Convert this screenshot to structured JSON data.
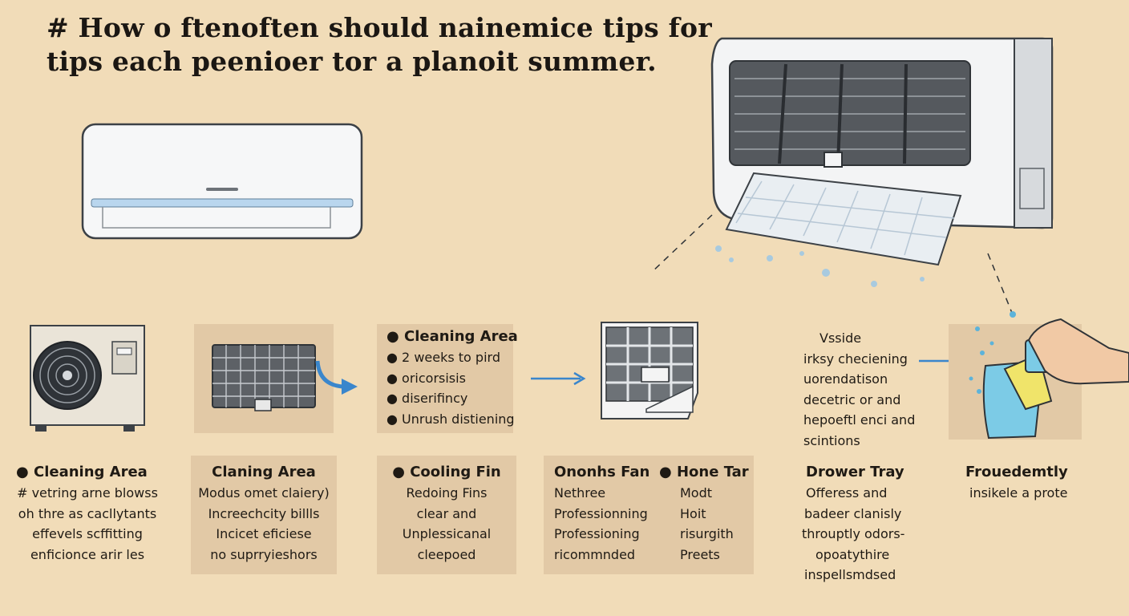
{
  "title": {
    "line1": "# How o  ftenoften should nainemice tips  for",
    "line2": "tips each peenioer tor a planoit summer."
  },
  "cards": {
    "list_block": {
      "heading": "Cleaning Area",
      "bullets": [
        "2 weeks to pird",
        "oricorsisis",
        "diserifincy",
        "Unrush distiening"
      ]
    },
    "right_note": {
      "lines": [
        "Vsside",
        "irksy checiening",
        "uorendatison",
        "decetric or and",
        "hepoeftl enci and",
        "scintions"
      ]
    }
  },
  "columns": {
    "c1": {
      "heading": "Cleaning Area",
      "lines": [
        "# vetring arne blowss",
        "oh thre as cacllytants",
        "effevels scffitting",
        "enficionce arir les"
      ]
    },
    "c2": {
      "heading": "Claning Area",
      "lines": [
        "Modus omet claiery)",
        "Increechcity billls",
        "Incicet eficiese",
        "no suprryieshors"
      ]
    },
    "c3": {
      "heading": "Cooling Fin",
      "lines": [
        "Redoing Fins",
        "clear and",
        "Unplessicanal",
        "cleepoed"
      ]
    },
    "c4": {
      "heading_a": "Ononhs Fan",
      "heading_b": "Hone Tar",
      "lines_a": [
        "Nethree",
        "Professionning",
        "Professioning",
        "ricommnded"
      ],
      "lines_b": [
        "Modt",
        "Hoit",
        "risurgith",
        "Preets"
      ]
    },
    "c5": {
      "heading": "Drower Tray",
      "lines": [
        "Offeress and",
        "badeer clanisly",
        "throuptly odors-",
        "opoatythire",
        "inspellsmdsed"
      ]
    },
    "c6": {
      "heading": "Frouedemtly",
      "lines": [
        "insikele a prote"
      ]
    }
  },
  "icons": [
    "indoor-ac-unit-icon",
    "ac-open-filter-icon",
    "outdoor-condenser-icon",
    "air-filter-icon",
    "filter-panel-icon",
    "cleaning-spray-hand-icon",
    "arrow-icon"
  ],
  "colors": {
    "background": "#f1dcb8",
    "panel": "#e2c9a6",
    "accent_blue": "#3a86cc",
    "text": "#1f1a14"
  }
}
